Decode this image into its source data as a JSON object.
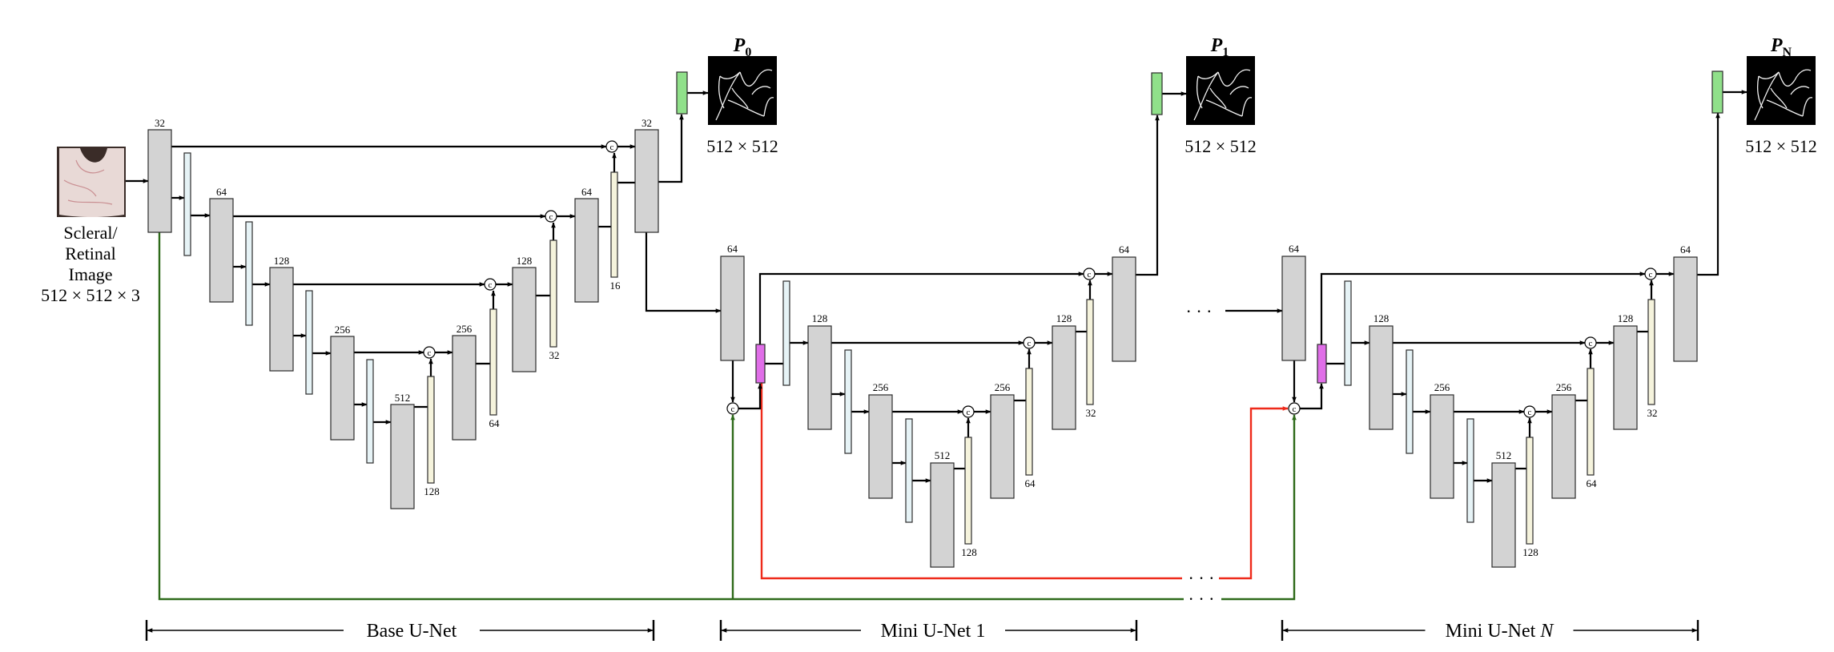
{
  "colors": {
    "block_fill": "#d3d3d3",
    "block_stroke": "#2b2b2b",
    "skip_bar_fill": "#e6f3f6",
    "up_bar_fill": "#f5f3dc",
    "output_fill": "#90e08a",
    "fusion_fill": "#e06ee8",
    "green_line": "#2e6a1a",
    "red_line": "#ee2a1a",
    "line": "#000000"
  },
  "input": {
    "icon": "sclera-eye-image",
    "label_lines": [
      "Scleral/",
      "Retinal",
      "Image",
      "512 × 512 × 3"
    ]
  },
  "concat_symbol": "c",
  "ellipsis": "· · ·",
  "outputs": [
    {
      "name": "P",
      "sub": "0",
      "size_label": "512 × 512"
    },
    {
      "name": "P",
      "sub": "1",
      "size_label": "512 × 512"
    },
    {
      "name": "P",
      "sub": "N",
      "size_label": "512 × 512"
    }
  ],
  "networks": [
    {
      "name": "Base U-Net",
      "encoder_labels": [
        "32",
        "64",
        "128",
        "256",
        "512"
      ],
      "decoder_labels": [
        "256",
        "128",
        "64",
        "32"
      ],
      "upconv_labels": [
        "128",
        "64",
        "32",
        "16"
      ]
    },
    {
      "name": "Mini U-Net 1",
      "encoder_labels": [
        "64",
        "128",
        "256",
        "512"
      ],
      "decoder_labels": [
        "256",
        "128",
        "64"
      ],
      "upconv_labels": [
        "128",
        "64",
        "32"
      ]
    },
    {
      "name": "Mini U-Net N",
      "encoder_labels": [
        "64",
        "128",
        "256",
        "512"
      ],
      "decoder_labels": [
        "256",
        "128",
        "64"
      ],
      "upconv_labels": [
        "128",
        "64",
        "32"
      ]
    }
  ]
}
